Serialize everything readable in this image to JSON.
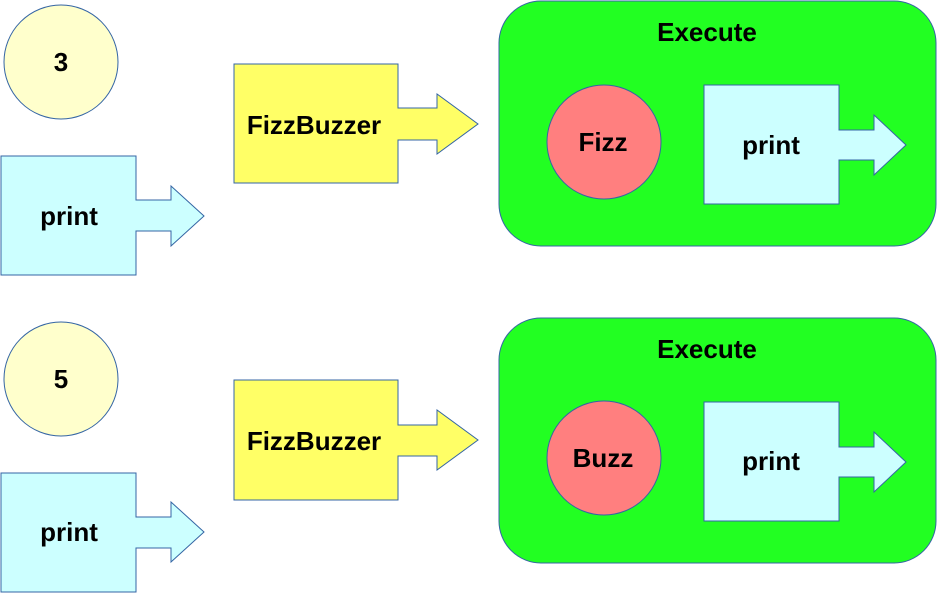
{
  "colors": {
    "number_circle": "#ffffcc",
    "print_box": "#ccffff",
    "fizzbuzzer_box": "#ffff66",
    "execute_panel": "#22ff22",
    "word_circle": "#ff7f7f",
    "outline": "#3465a4"
  },
  "rows": [
    {
      "number": "3",
      "input_print": "print",
      "fizzbuzzer": "FizzBuzzer",
      "execute": {
        "title": "Execute",
        "word": "Fizz",
        "print": "print"
      }
    },
    {
      "number": "5",
      "input_print": "print",
      "fizzbuzzer": "FizzBuzzer",
      "execute": {
        "title": "Execute",
        "word": "Buzz",
        "print": "print"
      }
    }
  ]
}
